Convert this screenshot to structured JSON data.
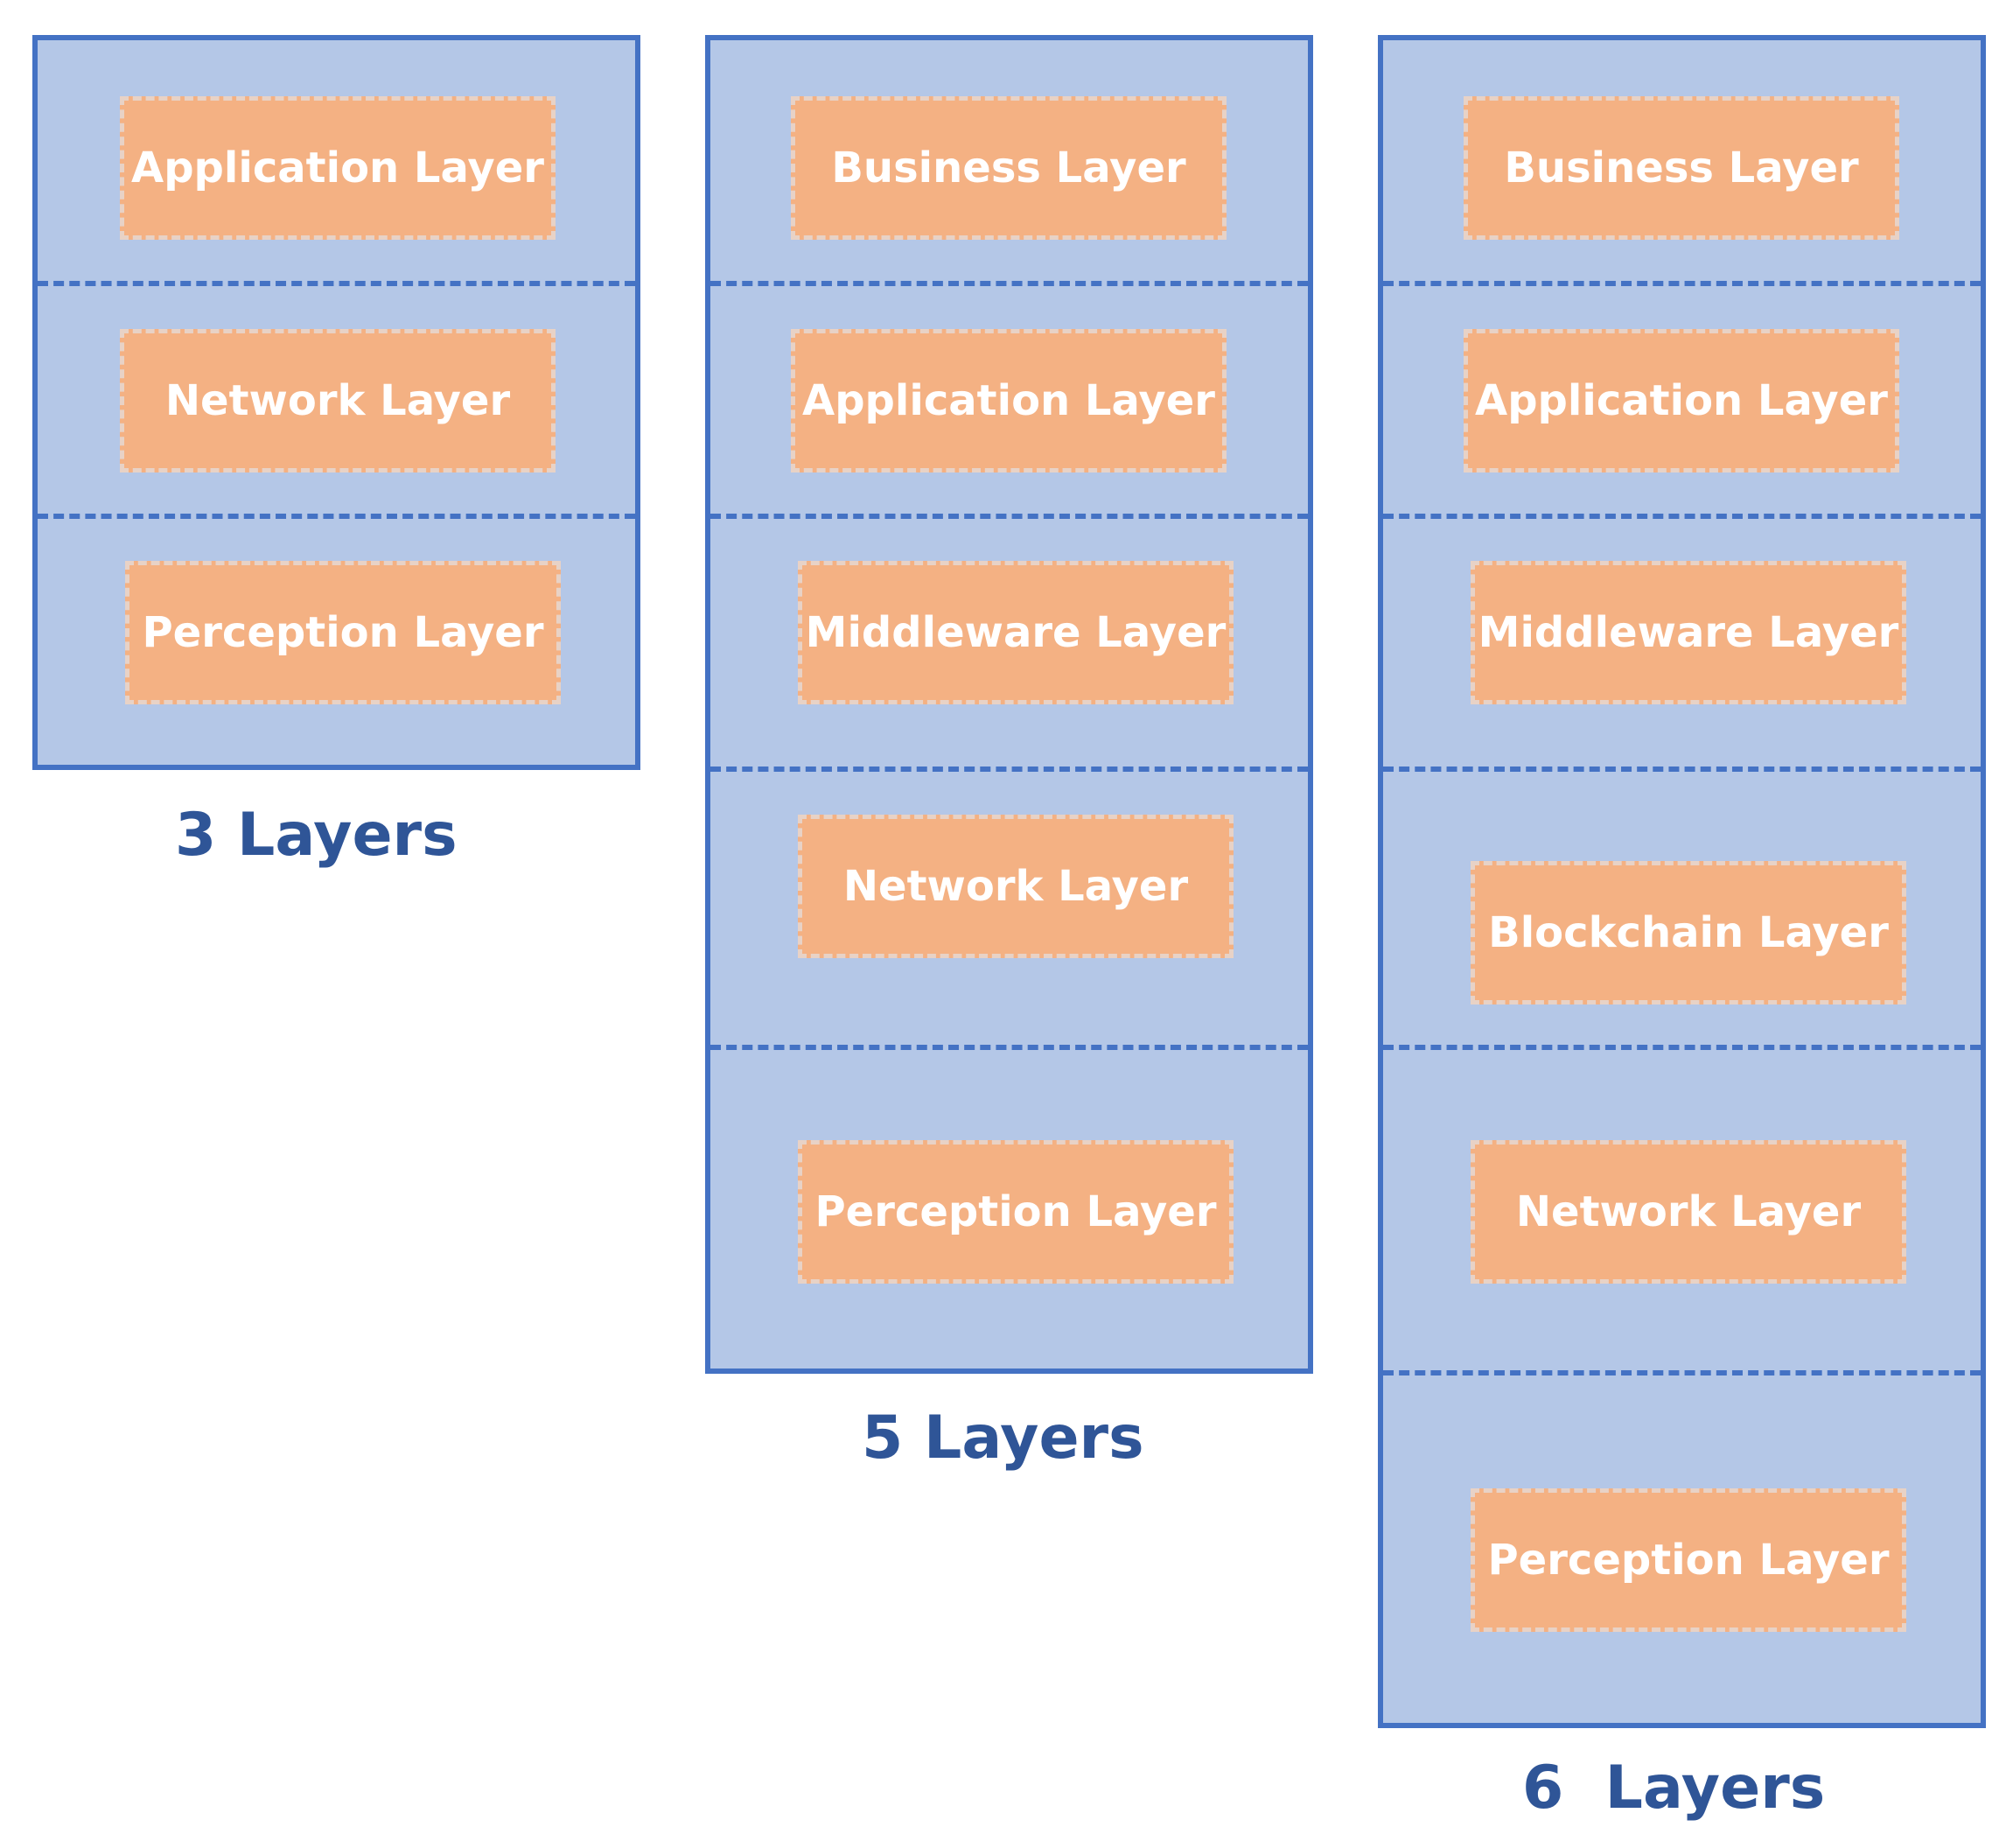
{
  "colors": {
    "stack_fill": "#b4c7e7",
    "stack_border": "#4472c4",
    "layer_fill": "#f4b183",
    "layer_border": "#e8d2c6",
    "layer_text": "#ffffff",
    "caption_text": "#2f5597"
  },
  "models": [
    {
      "caption": "3 Layers",
      "layers": [
        "Application Layer",
        "Network Layer",
        "Perception Layer"
      ]
    },
    {
      "caption": "5 Layers",
      "layers": [
        "Business Layer",
        "Application Layer",
        "Middleware Layer",
        "Network Layer",
        "Perception Layer"
      ]
    },
    {
      "caption": "6  Layers",
      "layers": [
        "Business Layer",
        "Application Layer",
        "Middleware Layer",
        "Blockchain Layer",
        "Network Layer",
        "Perception Layer"
      ]
    }
  ]
}
